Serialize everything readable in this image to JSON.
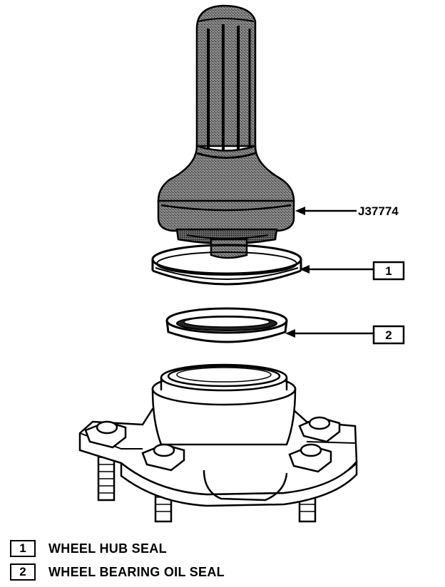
{
  "diagram": {
    "tool_label": "J37774",
    "callouts": [
      {
        "number": "1"
      },
      {
        "number": "2"
      }
    ]
  },
  "legend": [
    {
      "number": "1",
      "text": "WHEEL HUB SEAL"
    },
    {
      "number": "2",
      "text": "WHEEL BEARING OIL SEAL"
    }
  ]
}
